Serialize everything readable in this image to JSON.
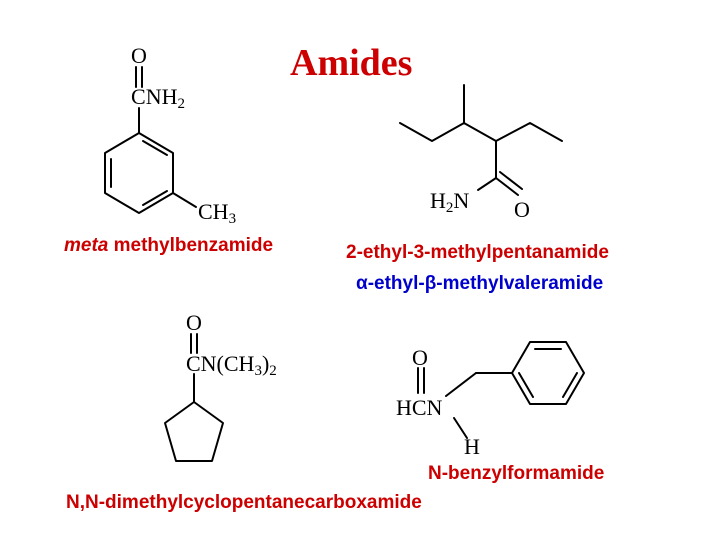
{
  "title": "Amides",
  "colors": {
    "title": "#cc0000",
    "name_primary": "#cc0000",
    "name_alt": "#0000cc"
  },
  "compounds": [
    {
      "labels": {
        "oxygen": "O",
        "carbon": "C",
        "amine": "NH",
        "amine_sub": "2",
        "methyl": "CH",
        "methyl_sub": "3"
      },
      "name_prefix": "meta",
      "name_rest": " methylbenzamide"
    },
    {
      "labels": {
        "amine": "H",
        "amine_sub": "2",
        "amine_n": "N",
        "oxygen": "O"
      },
      "name": "2-ethyl-3-methylpentanamide",
      "alt_alpha": "α",
      "alt_mid": "-ethyl-",
      "alt_beta": "β",
      "alt_rest": "-methylvaleramide"
    },
    {
      "labels": {
        "oxygen": "O",
        "group_a": "CN(CH",
        "group_sub": "3",
        "group_b": ")",
        "group_sub2": "2"
      },
      "name": "N,N-dimethylcyclopentanecarboxamide"
    },
    {
      "labels": {
        "oxygen": "O",
        "formyl": "HCN",
        "hydrogen": "H"
      },
      "name": "N-benzylformamide"
    }
  ]
}
